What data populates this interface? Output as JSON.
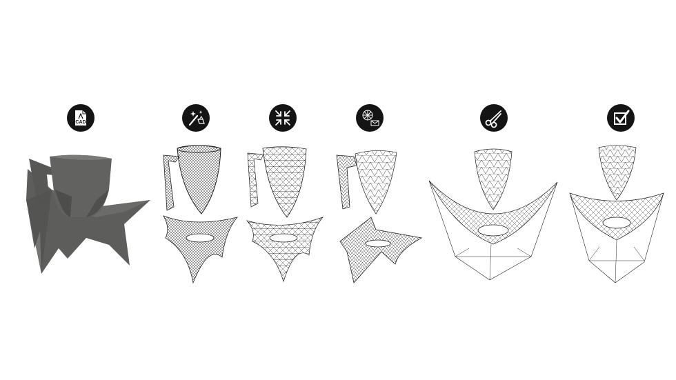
{
  "steps": [
    {
      "id": "cad",
      "icon": "cad-file-icon",
      "icon_text": "CAD",
      "model": "solid-cup-with-saucer"
    },
    {
      "id": "generate",
      "icon": "magic-wand-icon",
      "model": "dense-mesh-cup"
    },
    {
      "id": "simplify",
      "icon": "compress-arrows-icon",
      "model": "reduced-mesh-cup"
    },
    {
      "id": "optimize",
      "icon": "geodesic-sphere-icon",
      "model": "mesh-cup-tilted"
    },
    {
      "id": "cut",
      "icon": "scissors-icon",
      "model": "separated-mesh-parts"
    },
    {
      "id": "check",
      "icon": "checkbox-icon",
      "model": "final-mesh-parts"
    }
  ],
  "colors": {
    "badge": "#141414",
    "solid": "#5d5d5b",
    "solid_dark": "#4a4a48",
    "wire": "#222222",
    "background": "#ffffff"
  }
}
